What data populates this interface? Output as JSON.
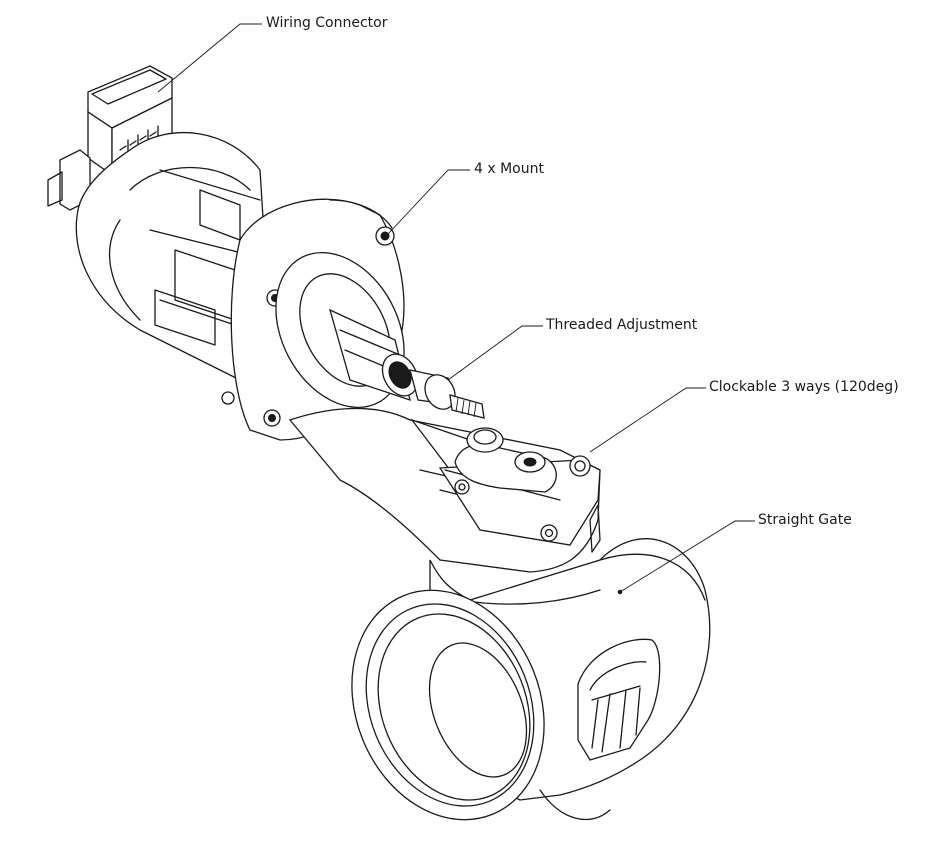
{
  "callouts": {
    "wiring_connector": "Wiring Connector",
    "mount": "4 x Mount",
    "threaded_adjustment": "Threaded Adjustment",
    "clockable": "Clockable 3 ways (120deg)",
    "straight_gate": "Straight Gate"
  },
  "colors": {
    "line": "#1a1a1a",
    "background": "#ffffff"
  }
}
